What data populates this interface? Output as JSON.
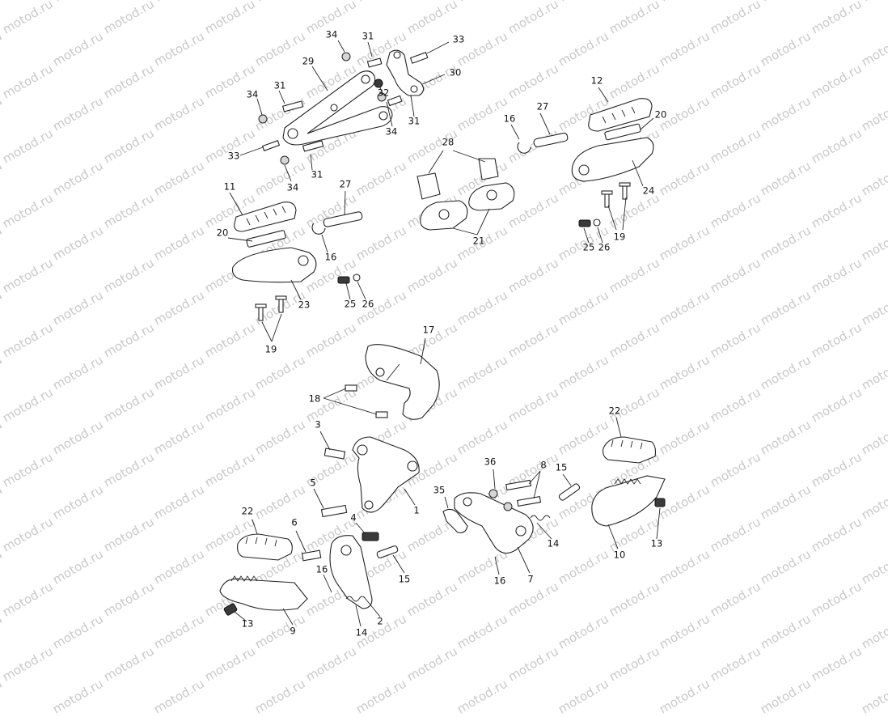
{
  "watermark": {
    "text": "motod.ru",
    "color": "#c9c9c9"
  },
  "callouts": [
    {
      "id": "c34a",
      "text": "34"
    },
    {
      "id": "c31a",
      "text": "31"
    },
    {
      "id": "c33a",
      "text": "33"
    },
    {
      "id": "c29",
      "text": "29"
    },
    {
      "id": "c30",
      "text": "30"
    },
    {
      "id": "c32",
      "text": "32"
    },
    {
      "id": "c34b",
      "text": "34"
    },
    {
      "id": "c31b",
      "text": "31"
    },
    {
      "id": "c34c",
      "text": "34"
    },
    {
      "id": "c31c",
      "text": "31"
    },
    {
      "id": "c33b",
      "text": "33"
    },
    {
      "id": "c31d",
      "text": "31"
    },
    {
      "id": "c34d",
      "text": "34"
    },
    {
      "id": "c12",
      "text": "12"
    },
    {
      "id": "c20a",
      "text": "20"
    },
    {
      "id": "c27a",
      "text": "27"
    },
    {
      "id": "c16a",
      "text": "16"
    },
    {
      "id": "c28",
      "text": "28"
    },
    {
      "id": "c24",
      "text": "24"
    },
    {
      "id": "c21",
      "text": "21"
    },
    {
      "id": "c19a",
      "text": "19"
    },
    {
      "id": "c25a",
      "text": "25"
    },
    {
      "id": "c26a",
      "text": "26"
    },
    {
      "id": "c11",
      "text": "11"
    },
    {
      "id": "c27b",
      "text": "27"
    },
    {
      "id": "c20b",
      "text": "20"
    },
    {
      "id": "c16b",
      "text": "16"
    },
    {
      "id": "c23",
      "text": "23"
    },
    {
      "id": "c25b",
      "text": "25"
    },
    {
      "id": "c26b",
      "text": "26"
    },
    {
      "id": "c19b",
      "text": "19"
    },
    {
      "id": "c17",
      "text": "17"
    },
    {
      "id": "c18",
      "text": "18"
    },
    {
      "id": "c3",
      "text": "3"
    },
    {
      "id": "c5",
      "text": "5"
    },
    {
      "id": "c1",
      "text": "1"
    },
    {
      "id": "c4",
      "text": "4"
    },
    {
      "id": "c6",
      "text": "6"
    },
    {
      "id": "c22a",
      "text": "22"
    },
    {
      "id": "c22b",
      "text": "22"
    },
    {
      "id": "c36",
      "text": "36"
    },
    {
      "id": "c8",
      "text": "8"
    },
    {
      "id": "c15a",
      "text": "15"
    },
    {
      "id": "c35",
      "text": "35"
    },
    {
      "id": "c14a",
      "text": "14"
    },
    {
      "id": "c13a",
      "text": "13"
    },
    {
      "id": "c10",
      "text": "10"
    },
    {
      "id": "c7",
      "text": "7"
    },
    {
      "id": "c16c",
      "text": "16"
    },
    {
      "id": "c15b",
      "text": "15"
    },
    {
      "id": "c16d",
      "text": "16"
    },
    {
      "id": "c2",
      "text": "2"
    },
    {
      "id": "c14b",
      "text": "14"
    },
    {
      "id": "c13b",
      "text": "13"
    },
    {
      "id": "c9",
      "text": "9"
    }
  ]
}
